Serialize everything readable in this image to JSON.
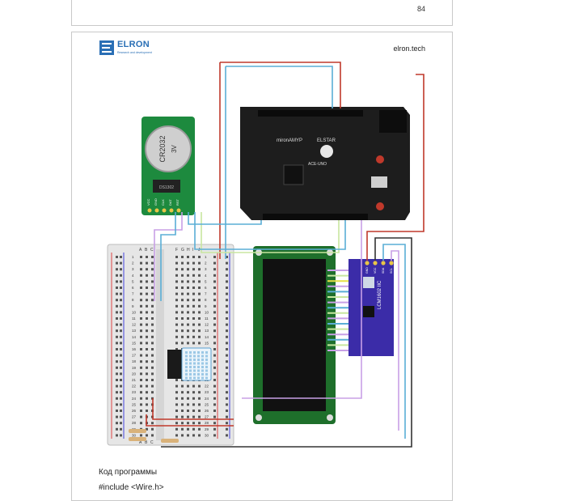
{
  "previous_page": {
    "number": "84"
  },
  "header": {
    "logo_text": "ELRON",
    "logo_subtitle": "Research and development",
    "site": "elron.tech"
  },
  "diagram": {
    "rtc_module": {
      "battery": "CR2032",
      "battery_voltage": "3V",
      "chip": "DS1302",
      "pins": [
        "VCC",
        "GND",
        "CLK",
        "DAT",
        "RST"
      ]
    },
    "arduino_board": {
      "brand": "mironAMYP",
      "name": "ELSTAR",
      "model": "ACE-UNO"
    },
    "breadboard": {
      "columns_left": [
        "A",
        "B",
        "C"
      ],
      "columns_right": [
        "F",
        "G",
        "H",
        "I",
        "J"
      ],
      "row_numbers": [
        "1",
        "2",
        "3",
        "4",
        "5",
        "6",
        "7",
        "8",
        "9",
        "10",
        "11",
        "12",
        "13",
        "14",
        "15",
        "16",
        "17",
        "18",
        "19",
        "20",
        "21",
        "22",
        "23",
        "24",
        "25",
        "26",
        "27",
        "28",
        "29",
        "30"
      ]
    },
    "i2c_module": {
      "label": "LCM1602 IIC",
      "pins": [
        "GND",
        "VCC",
        "SDA",
        "SCL"
      ]
    }
  },
  "body": {
    "section_heading": "Код программы",
    "code_first_line": "#include <Wire.h>"
  },
  "colors": {
    "brand": "#2a6fb5",
    "rtc_board": "#1d8a3e",
    "arduino_board": "#1d1d1d",
    "lcd_frame": "#1e6f2b",
    "i2c_board": "#3b2ca8"
  }
}
